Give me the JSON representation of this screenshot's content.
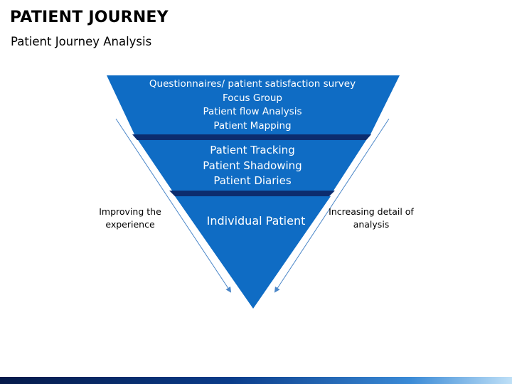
{
  "title": "PATIENT JOURNEY",
  "subtitle": "Patient Journey Analysis",
  "funnel": {
    "tier1": [
      "Questionnaires/ patient satisfaction survey",
      "Focus Group",
      "Patient flow Analysis",
      "Patient Mapping"
    ],
    "tier2": [
      "Patient Tracking",
      "Patient Shadowing",
      "Patient Diaries"
    ],
    "tier3": [
      "Individual Patient"
    ]
  },
  "left_label": [
    "Improving the",
    "experience"
  ],
  "right_label": [
    "Increasing detail of",
    "analysis"
  ],
  "colors": {
    "tier_fill": "#0f6cc4",
    "tier_edge": "#0c2c6e",
    "arrow": "#4a86c8",
    "bottom_bar": "#0a3c8a"
  }
}
